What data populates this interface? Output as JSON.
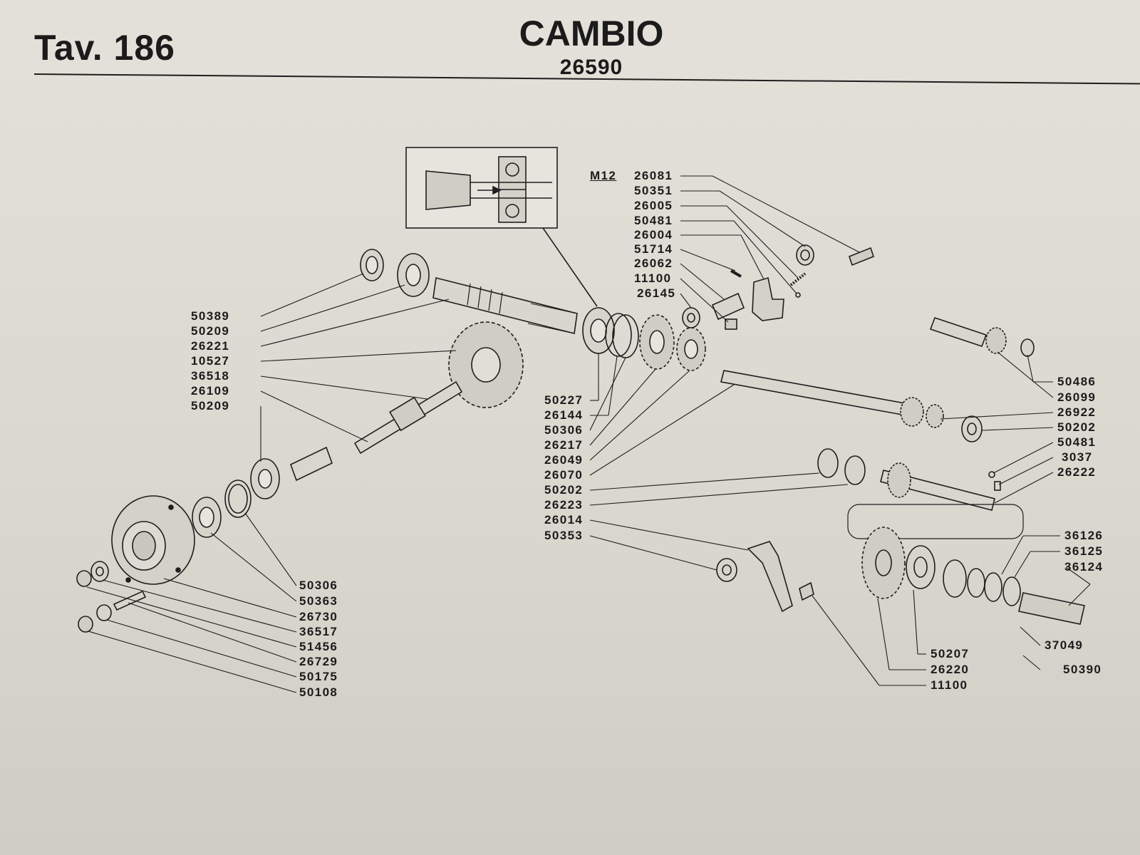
{
  "header": {
    "plate": "Tav. 186",
    "title": "CAMBIO",
    "subtitle": "26590"
  },
  "inset_label": "M12",
  "callouts": {
    "left": [
      "50389",
      "50209",
      "26221",
      "10527",
      "36518",
      "26109",
      "50209"
    ],
    "center_top": [
      "26081",
      "50351",
      "26005",
      "50481",
      "26004",
      "51714",
      "26062",
      "11100",
      "26145"
    ],
    "center_mid": [
      "50227",
      "26144",
      "50306",
      "26217",
      "26049",
      "26070",
      "50202",
      "26223",
      "26014",
      "50353"
    ],
    "bottom_left": [
      "50306",
      "50363",
      "26730",
      "36517",
      "51456",
      "26729",
      "50175",
      "50108"
    ],
    "right_upper": [
      "50486",
      "26099",
      "26922",
      "50202",
      "50481",
      "3037",
      "26222"
    ],
    "right_lower": [
      "36126",
      "36125",
      "36124",
      "37049",
      "50390"
    ],
    "bottom_center": [
      "50207",
      "26220",
      "11100"
    ]
  }
}
